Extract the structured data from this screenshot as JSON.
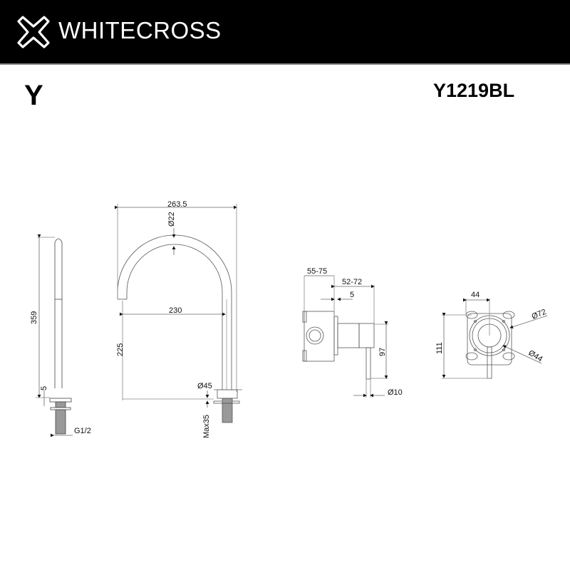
{
  "header": {
    "brand": "WHITECROSS",
    "logo_icon": "cross-outline-icon",
    "background": "#000000"
  },
  "title": {
    "series": "Y",
    "model": "Y1219BL"
  },
  "views": {
    "side_spout": {
      "height": "359",
      "flange": "5",
      "thread": "G1/2"
    },
    "front_spout": {
      "overall_width": "263.5",
      "tube_diameter": "Ø22",
      "reach": "230",
      "outlet_height": "225",
      "base_diameter": "Ø45",
      "max_deck": "Max35"
    },
    "mixer_side": {
      "body_depth": "55-75",
      "handle_projection": "52-72",
      "plate": "5",
      "handle_height": "97",
      "lever_diameter": "Ø10"
    },
    "mixer_front": {
      "width": "44",
      "height": "111",
      "plate_diameter": "Ø72",
      "knob_diameter": "Ø44"
    }
  }
}
